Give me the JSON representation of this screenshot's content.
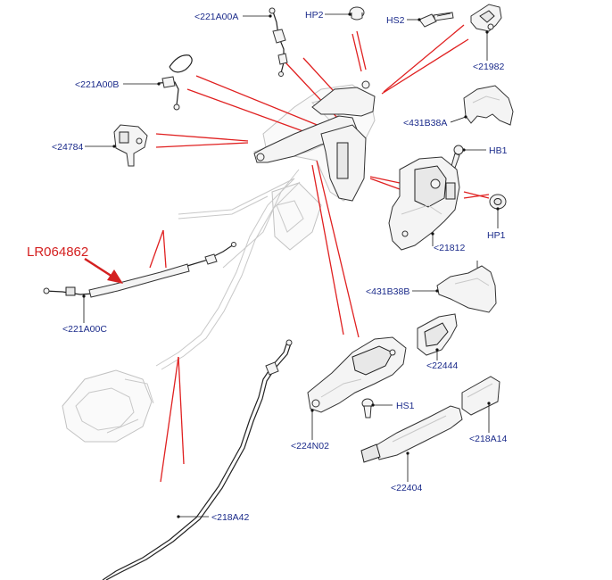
{
  "diagram": {
    "callout_label": "LR064862",
    "parts": [
      {
        "id": "p_221A00A",
        "label": "<221A00A"
      },
      {
        "id": "p_HP2",
        "label": "HP2"
      },
      {
        "id": "p_HS2",
        "label": "HS2"
      },
      {
        "id": "p_21982",
        "label": "<21982"
      },
      {
        "id": "p_221A00B",
        "label": "<221A00B"
      },
      {
        "id": "p_431B38A",
        "label": "<431B38A"
      },
      {
        "id": "p_24784",
        "label": "<24784"
      },
      {
        "id": "p_HB1",
        "label": "HB1"
      },
      {
        "id": "p_21812",
        "label": "<21812"
      },
      {
        "id": "p_HP1",
        "label": "HP1"
      },
      {
        "id": "p_431B38B",
        "label": "<431B38B"
      },
      {
        "id": "p_221A00C",
        "label": "<221A00C"
      },
      {
        "id": "p_22444",
        "label": "<22444"
      },
      {
        "id": "p_HS1",
        "label": "HS1"
      },
      {
        "id": "p_224N02",
        "label": "<224N02"
      },
      {
        "id": "p_218A14",
        "label": "<218A14"
      },
      {
        "id": "p_22404",
        "label": "<22404"
      },
      {
        "id": "p_218A42",
        "label": "<218A42"
      }
    ],
    "colors": {
      "label_text": "#1a2a8a",
      "callout": "#d42020",
      "guide_lines": "#e02020",
      "line_art": "#222222"
    }
  }
}
